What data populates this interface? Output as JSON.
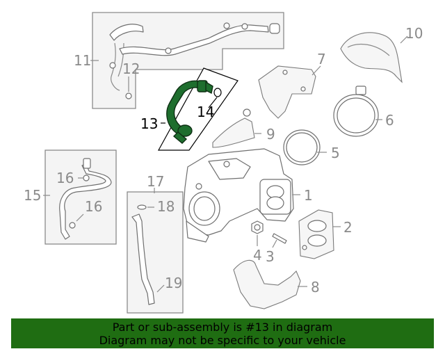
{
  "callouts": {
    "c1": "1",
    "c2": "2",
    "c3": "3",
    "c4": "4",
    "c5": "5",
    "c6": "6",
    "c7": "7",
    "c8": "8",
    "c9": "9",
    "c10": "10",
    "c11": "11",
    "c12": "12",
    "c13": "13",
    "c14": "14",
    "c15": "15",
    "c16a": "16",
    "c16b": "16",
    "c17": "17",
    "c18": "18",
    "c19": "19"
  },
  "highlight_color": "#1e6e2e",
  "banner": {
    "line1": "Part or sub-assembly is #13 in diagram",
    "line2": "Diagram may not be specific to your vehicle",
    "color": "#1f6d12"
  }
}
